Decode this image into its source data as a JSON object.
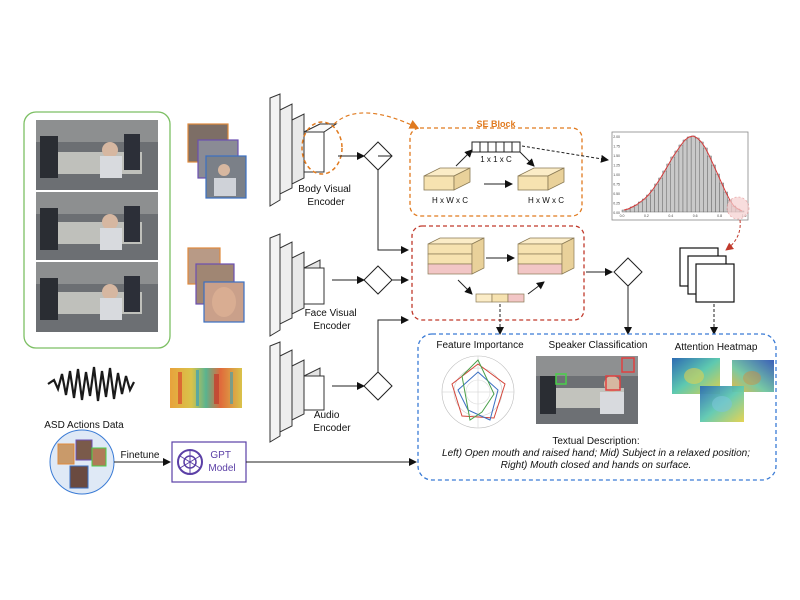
{
  "labels": {
    "body_encoder": [
      "Body Visual",
      "Encoder"
    ],
    "face_encoder": [
      "Face Visual",
      "Encoder"
    ],
    "audio_encoder": [
      "Audio",
      "Encoder"
    ],
    "se_block": "SE Block",
    "se_vector": "1 x 1 x C",
    "se_input": "H x W x C",
    "se_output": "H x W x C",
    "asd_data": "ASD Actions Data",
    "finetune": "Finetune",
    "gpt_model": [
      "GPT",
      "Model"
    ],
    "feature_importance": "Feature Importance",
    "speaker_classification": "Speaker Classification",
    "attention_heatmap": "Attention Heatmap",
    "textual_title": "Textual Description:",
    "textual_lines": [
      "Left) Open mouth and raised hand; Mid) Subject in a relaxed position;",
      "Right) Mouth closed and hands on surface."
    ]
  },
  "histogram": {
    "bins": [
      2,
      3,
      5,
      7,
      10,
      13,
      17,
      22,
      28,
      34,
      41,
      48,
      55,
      61,
      67,
      72,
      75,
      76,
      74,
      70,
      64,
      56,
      47,
      38,
      29,
      20,
      12,
      6,
      3,
      1
    ],
    "y_ticks": [
      "2.00",
      "1.75",
      "1.50",
      "1.25",
      "1.00",
      "0.75",
      "0.50",
      "0.25",
      "0.00"
    ],
    "x_ticks": [
      "0.0",
      "0.2",
      "0.4",
      "0.6",
      "0.8",
      "1.0"
    ]
  },
  "colors": {
    "green_frame": "#7cbf63",
    "orange_dash": "#e07a1f",
    "red_dash": "#c0392b",
    "blue_dash": "#3a7bd5",
    "gpt_purple": "#5b3fa6",
    "block_cream": "#f6e2b0",
    "block_pink": "#f2c6c6"
  }
}
